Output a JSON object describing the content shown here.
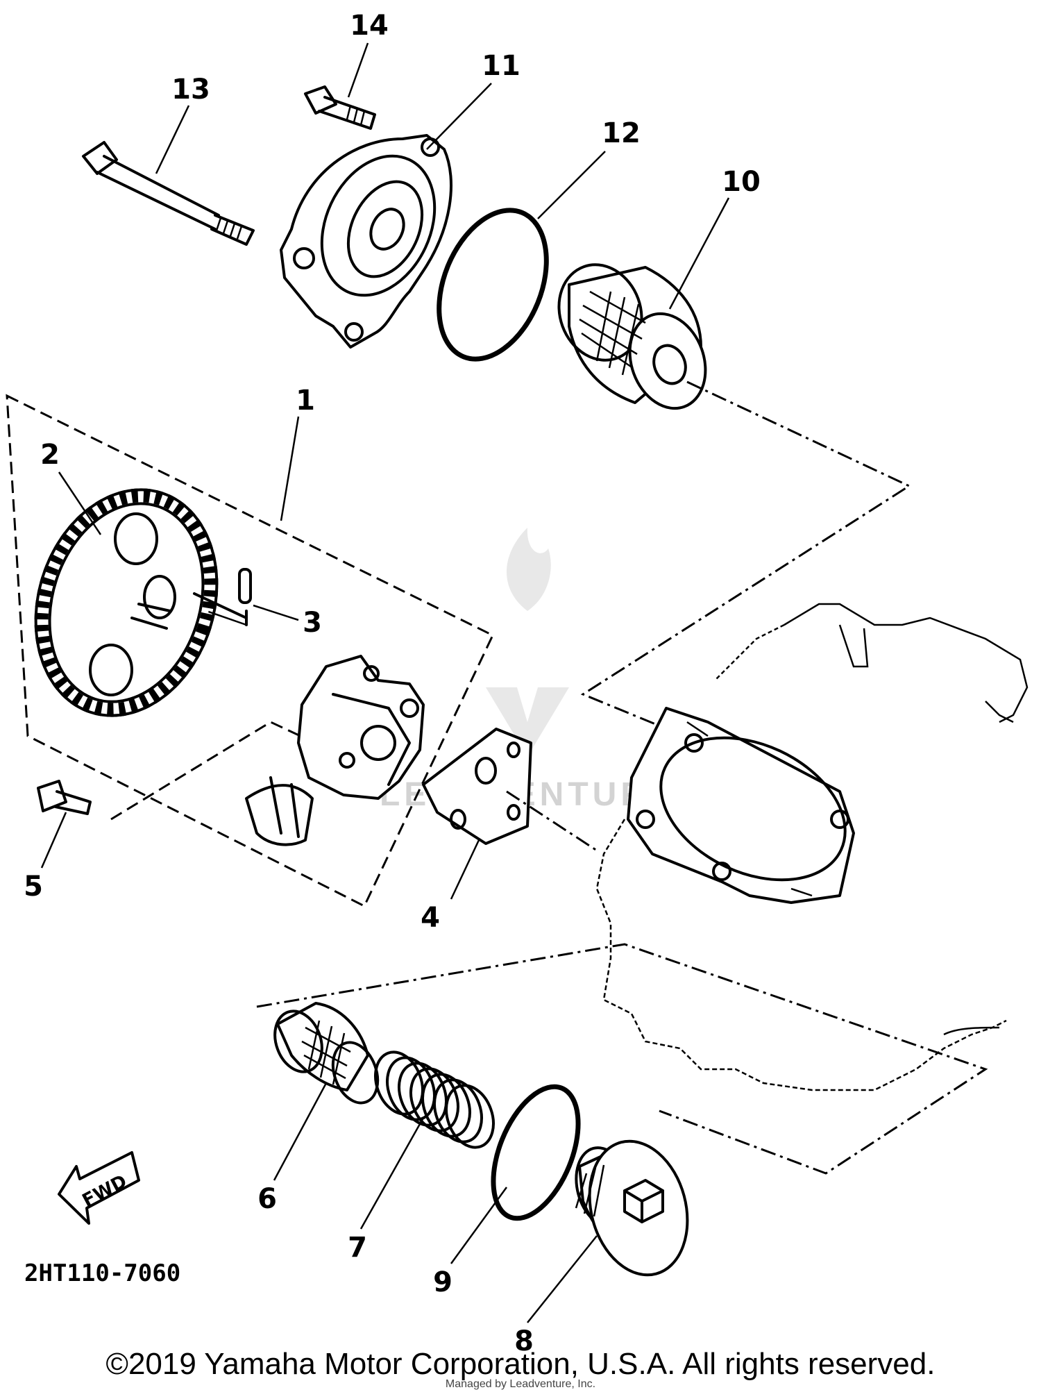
{
  "callouts": {
    "c1": "1",
    "c2": "2",
    "c3": "3",
    "c4": "4",
    "c5": "5",
    "c6": "6",
    "c7": "7",
    "c8": "8",
    "c9": "9",
    "c10": "10",
    "c11": "11",
    "c12": "12",
    "c13": "13",
    "c14": "14"
  },
  "fwd_label": "FWD",
  "diagram_ref": "2HT110-7060",
  "watermark": "LEADVENTURE",
  "copyright": "©2019 Yamaha Motor Corporation, U.S.A. All rights reserved.",
  "credit": "Managed by Leadventure, Inc."
}
